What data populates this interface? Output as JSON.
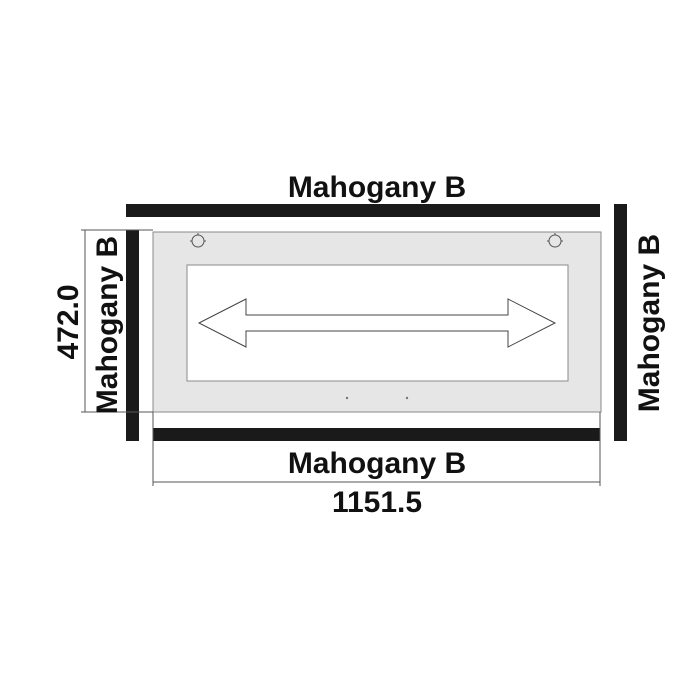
{
  "edge_labels": {
    "top": "Mahogany B",
    "bottom": "Mahogany B",
    "left": "Mahogany B",
    "right": "Mahogany B"
  },
  "dimensions": {
    "width": "1151.5",
    "height": "472.0"
  },
  "icons": {
    "direction_arrow": "double-headed-arrow-icon",
    "hole_left": "mounting-hole-icon",
    "hole_right": "mounting-hole-icon"
  },
  "colors": {
    "edge_band": "#1a1a1a",
    "panel_fill": "#e6e6e6",
    "panel_stroke": "#8a8a8a",
    "window_fill": "#ffffff",
    "text": "#111111"
  }
}
